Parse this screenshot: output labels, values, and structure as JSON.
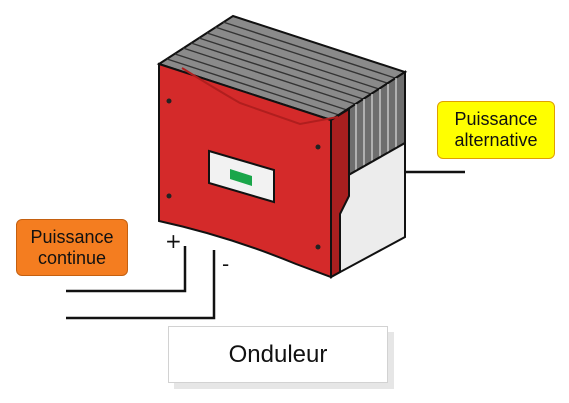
{
  "diagram": {
    "title": "Onduleur",
    "dc_input": {
      "label": "Puissance\ncontinue",
      "color": "#f47d20"
    },
    "ac_output": {
      "label": "Puissance\nalternative",
      "color": "#ffff00"
    },
    "polarity": {
      "plus": "+",
      "minus": "-"
    },
    "device": {
      "body_color": "#d42a2a",
      "heatsink_color": "#7a7a7a",
      "side_cover_color": "#ececec",
      "display_color": "#1aa64a"
    }
  }
}
